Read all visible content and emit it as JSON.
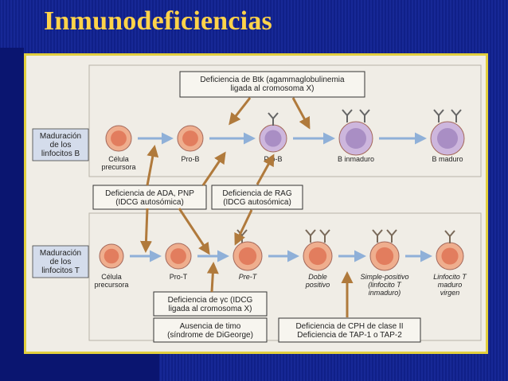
{
  "title": "Inmunodeficiencias",
  "rows": {
    "b": {
      "label": [
        "Maduración",
        "de los",
        "linfocitos B"
      ],
      "cells": [
        [
          "Célula",
          "precursora"
        ],
        [
          "Pro-B"
        ],
        [
          "Pro-B"
        ],
        [
          "B inmaduro"
        ],
        [
          "B maduro"
        ]
      ]
    },
    "t": {
      "label": [
        "Maduración",
        "de los",
        "linfocitos T"
      ],
      "cells": [
        [
          "Célula",
          "precursora"
        ],
        [
          "Pro-T"
        ],
        [
          "Pre-T"
        ],
        [
          "Doble",
          "positivo"
        ],
        [
          "Simple-positivo",
          "(linfocito T",
          "inmaduro)"
        ],
        [
          "Linfocito T",
          "maduro",
          "virgen"
        ]
      ]
    }
  },
  "boxes": {
    "btk": [
      "Deficiencia de Btk (agammaglobulinemia",
      "ligada al cromosoma X)"
    ],
    "ada": [
      "Deficiencia de ADA, PNP",
      "(IDCG autosómica)"
    ],
    "rag": [
      "Deficiencia de RAG",
      "(IDCG autosómica)"
    ],
    "gc": [
      "Deficiencia de γc (IDCG",
      "ligada al cromosoma X)"
    ],
    "timo": [
      "Ausencia de timo",
      "(síndrome de DiGeorge)"
    ],
    "cph": [
      "Deficiencia de CPH de clase II",
      "Deficiencia de TAP-1 o TAP-2"
    ]
  },
  "colors": {
    "background": "#10208a",
    "title": "#ffd34a",
    "panel": "#f0ede6",
    "panel_border": "#e2cf3e",
    "cell_fill": "#efae8e",
    "cell_nucleus": "#e27d5e",
    "cell_b_late": "#cdb6dd",
    "cell_b_nucleus": "#a98ec4",
    "flow_arrow": "#8fb0d8",
    "block_arrow": "#b07a3c",
    "label_fill": "#d4dceb",
    "text": "#222222"
  }
}
